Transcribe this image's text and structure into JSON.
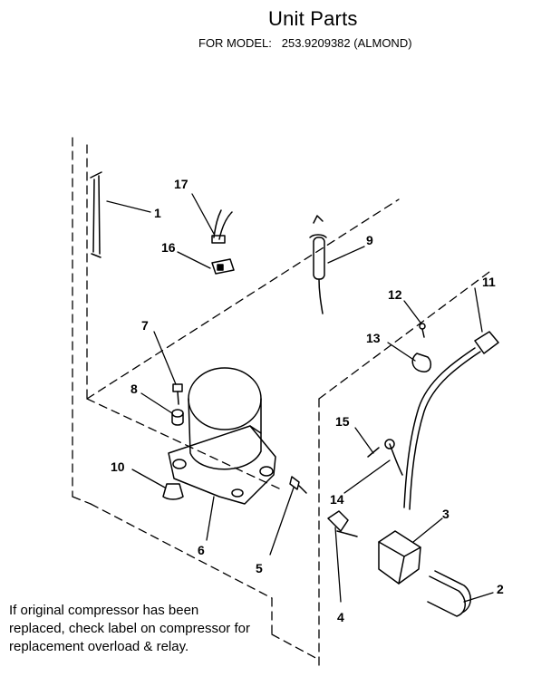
{
  "header": {
    "title": "Unit Parts",
    "model_line": "FOR MODEL:   253.9209382 (ALMOND)"
  },
  "note": "If original compressor has been replaced, check label on compressor for replacement overload & relay.",
  "callouts": [
    "1",
    "2",
    "3",
    "4",
    "5",
    "6",
    "7",
    "8",
    "9",
    "10",
    "11",
    "12",
    "13",
    "14",
    "15",
    "16",
    "17"
  ]
}
